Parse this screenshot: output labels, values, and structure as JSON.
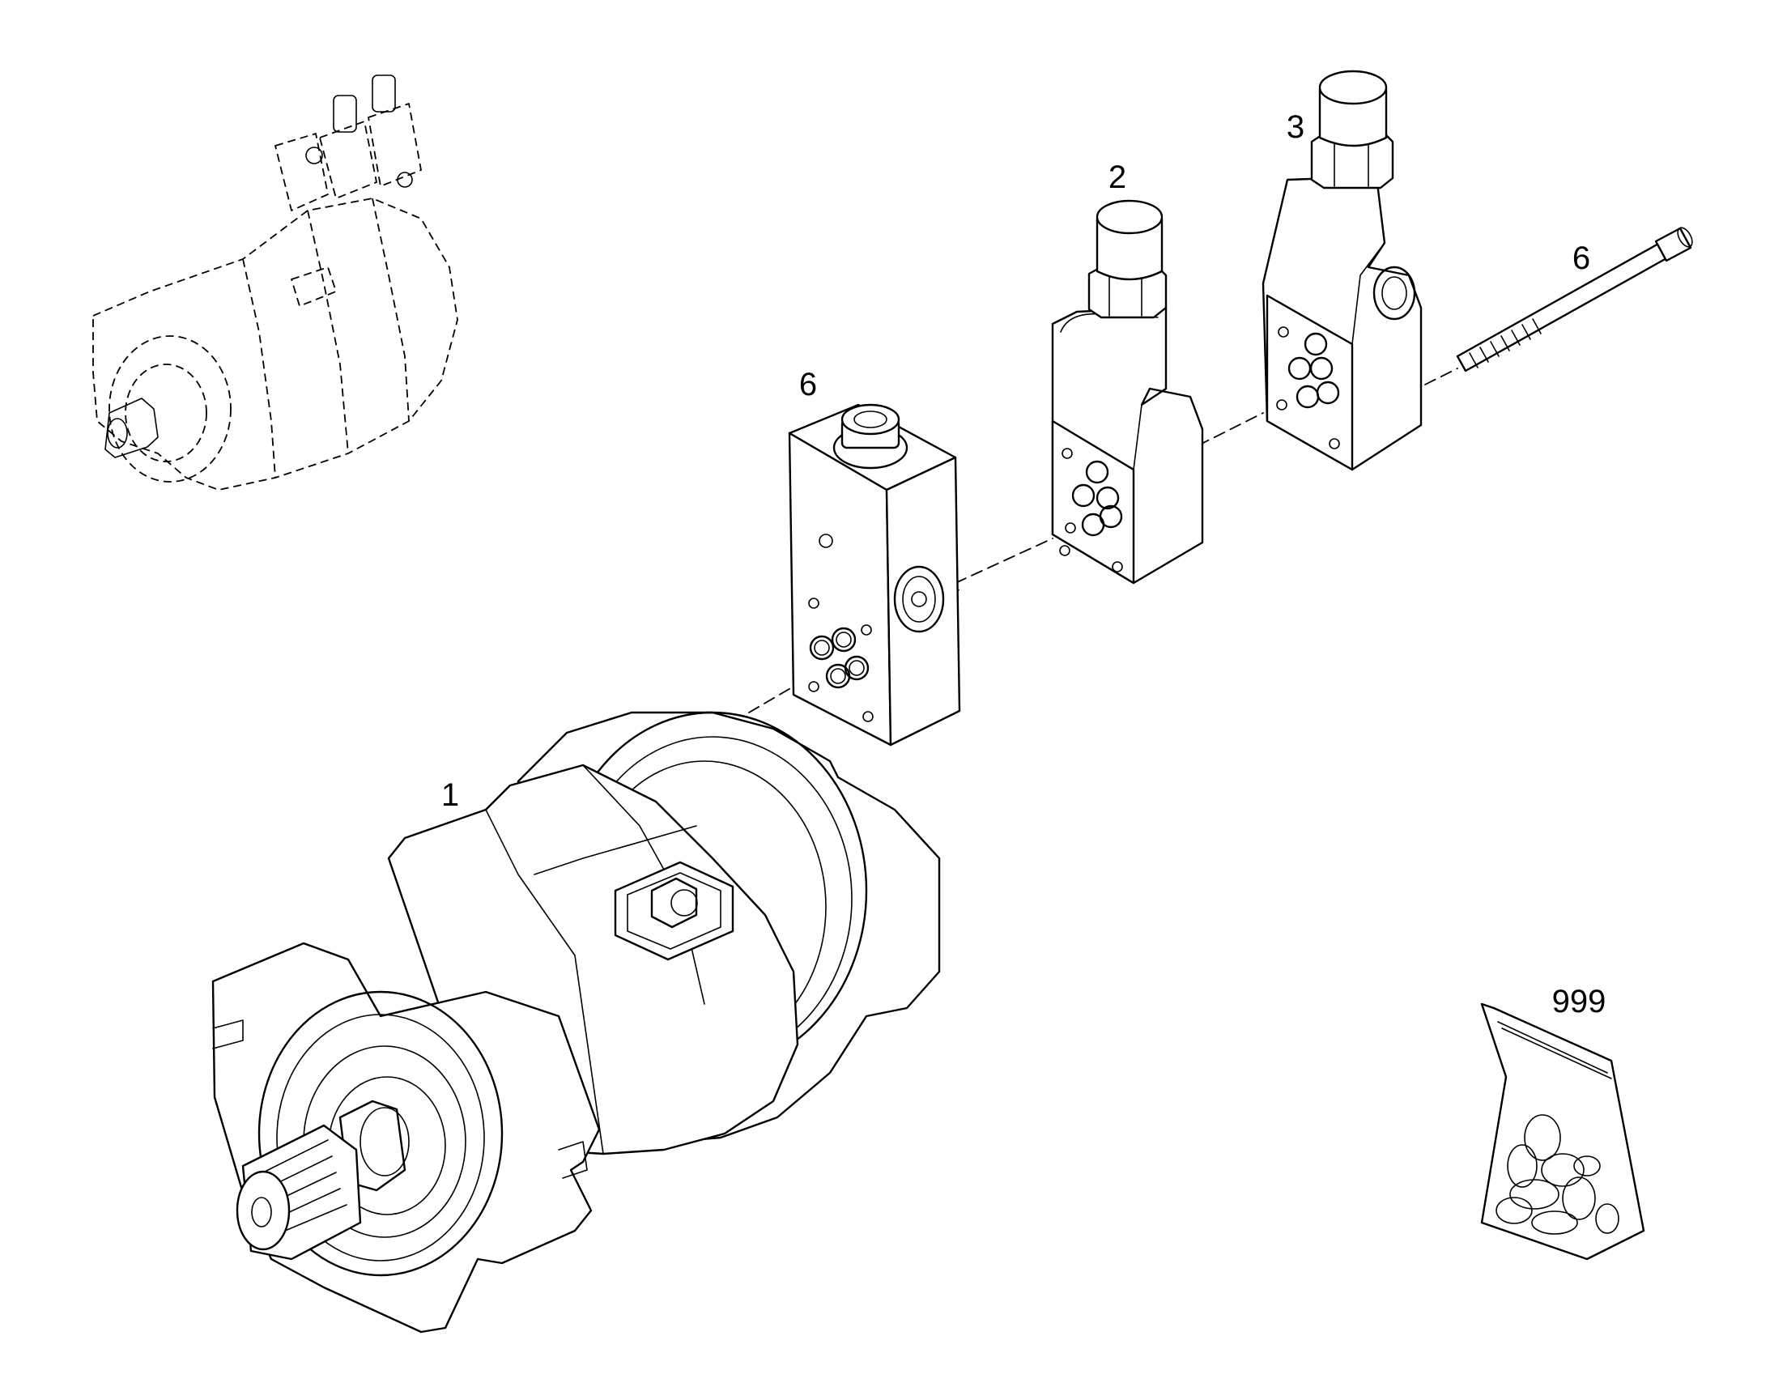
{
  "diagram": {
    "type": "exploded parts illustration",
    "callouts": {
      "motor": "1",
      "valve_2": "2",
      "valve_3": "3",
      "block": "6",
      "bolt": "6",
      "seal_kit": "999"
    },
    "line_color": "#000000",
    "background": "#ffffff"
  }
}
